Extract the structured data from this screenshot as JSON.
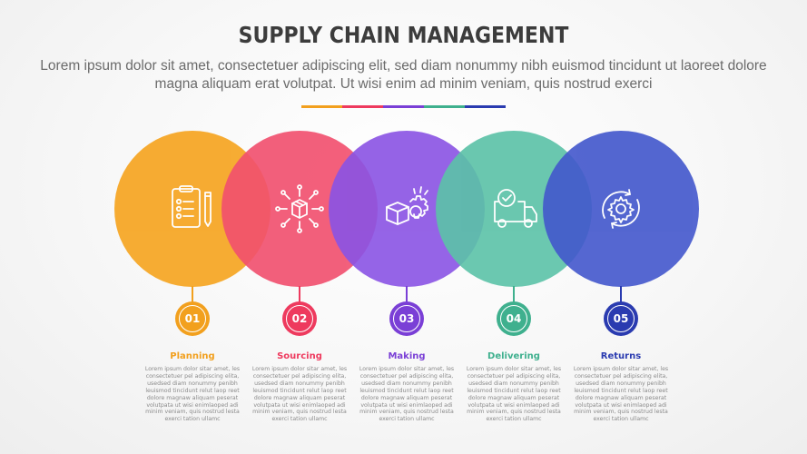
{
  "header": {
    "title": "SUPPLY CHAIN MANAGEMENT",
    "subtitle": "Lorem ipsum dolor sit amet, consectetuer adipiscing elit, sed diam nonummy nibh euismod tincidunt ut laoreet dolore magna aliquam erat volutpat. Ut wisi enim ad minim veniam, quis nostrud exerci"
  },
  "colors": {
    "orange": "#F6A92C",
    "pink": "#F24F6E",
    "purple": "#8A53E4",
    "teal": "#5BC2A7",
    "blue": "#4257CC",
    "title": "#3c3c3c",
    "body_text": "#8a8a8a"
  },
  "steps": [
    {
      "number": "01",
      "label": "Planning",
      "icon": "clipboard-checklist-icon",
      "color": "#F6A92C",
      "badge_color": "#F2A01E",
      "description": "Lorem ipsum dolor sitar amet, les consectetuer pel adipiscing elita, usedsed diam nonummy penibh leuismod tincidunt relut laop reet dolore magnaw aliquam peserat volutpata ut wisi enimlaoped adi minim veniam, quis nostrud lesta exerci tation ullamc"
    },
    {
      "number": "02",
      "label": "Sourcing",
      "icon": "box-network-icon",
      "color": "#F24F6E",
      "badge_color": "#EE3A5E",
      "description": "Lorem ipsum dolor sitar amet, les consectetuer pel adipiscing elita, usedsed diam nonummy penibh leuismod tincidunt relut laop reet dolore magnaw aliquam peserat volutpata ut wisi enimlaoped adi minim veniam, quis nostrud lesta exerci tation ullamc"
    },
    {
      "number": "03",
      "label": "Making",
      "icon": "box-gear-icon",
      "color": "#8A53E4",
      "badge_color": "#7A3FD6",
      "description": "Lorem ipsum dolor sitar amet, les consectetuer pel adipiscing elita, usedsed diam nonummy penibh leuismod tincidunt relut laop reet dolore magnaw aliquam peserat volutpata ut wisi enimlaoped adi minim veniam, quis nostrud lesta exerci tation ullamc"
    },
    {
      "number": "04",
      "label": "Delivering",
      "icon": "delivery-truck-check-icon",
      "color": "#5BC2A7",
      "badge_color": "#3FB08E",
      "description": "Lorem ipsum dolor sitar amet, les consectetuer pel adipiscing elita, usedsed diam nonummy penibh leuismod tincidunt relut laop reet dolore magnaw aliquam peserat volutpata ut wisi enimlaoped adi minim veniam, quis nostrud lesta exerci tation ullamc"
    },
    {
      "number": "05",
      "label": "Returns",
      "icon": "gear-cycle-icon",
      "color": "#4257CC",
      "badge_color": "#2A3BB0",
      "description": "Lorem ipsum dolor sitar amet, les consectetuer pel adipiscing elita, usedsed diam nonummy penibh leuismod tincidunt relut laop reet dolore magnaw aliquam peserat volutpata ut wisi enimlaoped adi minim veniam, quis nostrud lesta exerci tation ullamc"
    }
  ]
}
